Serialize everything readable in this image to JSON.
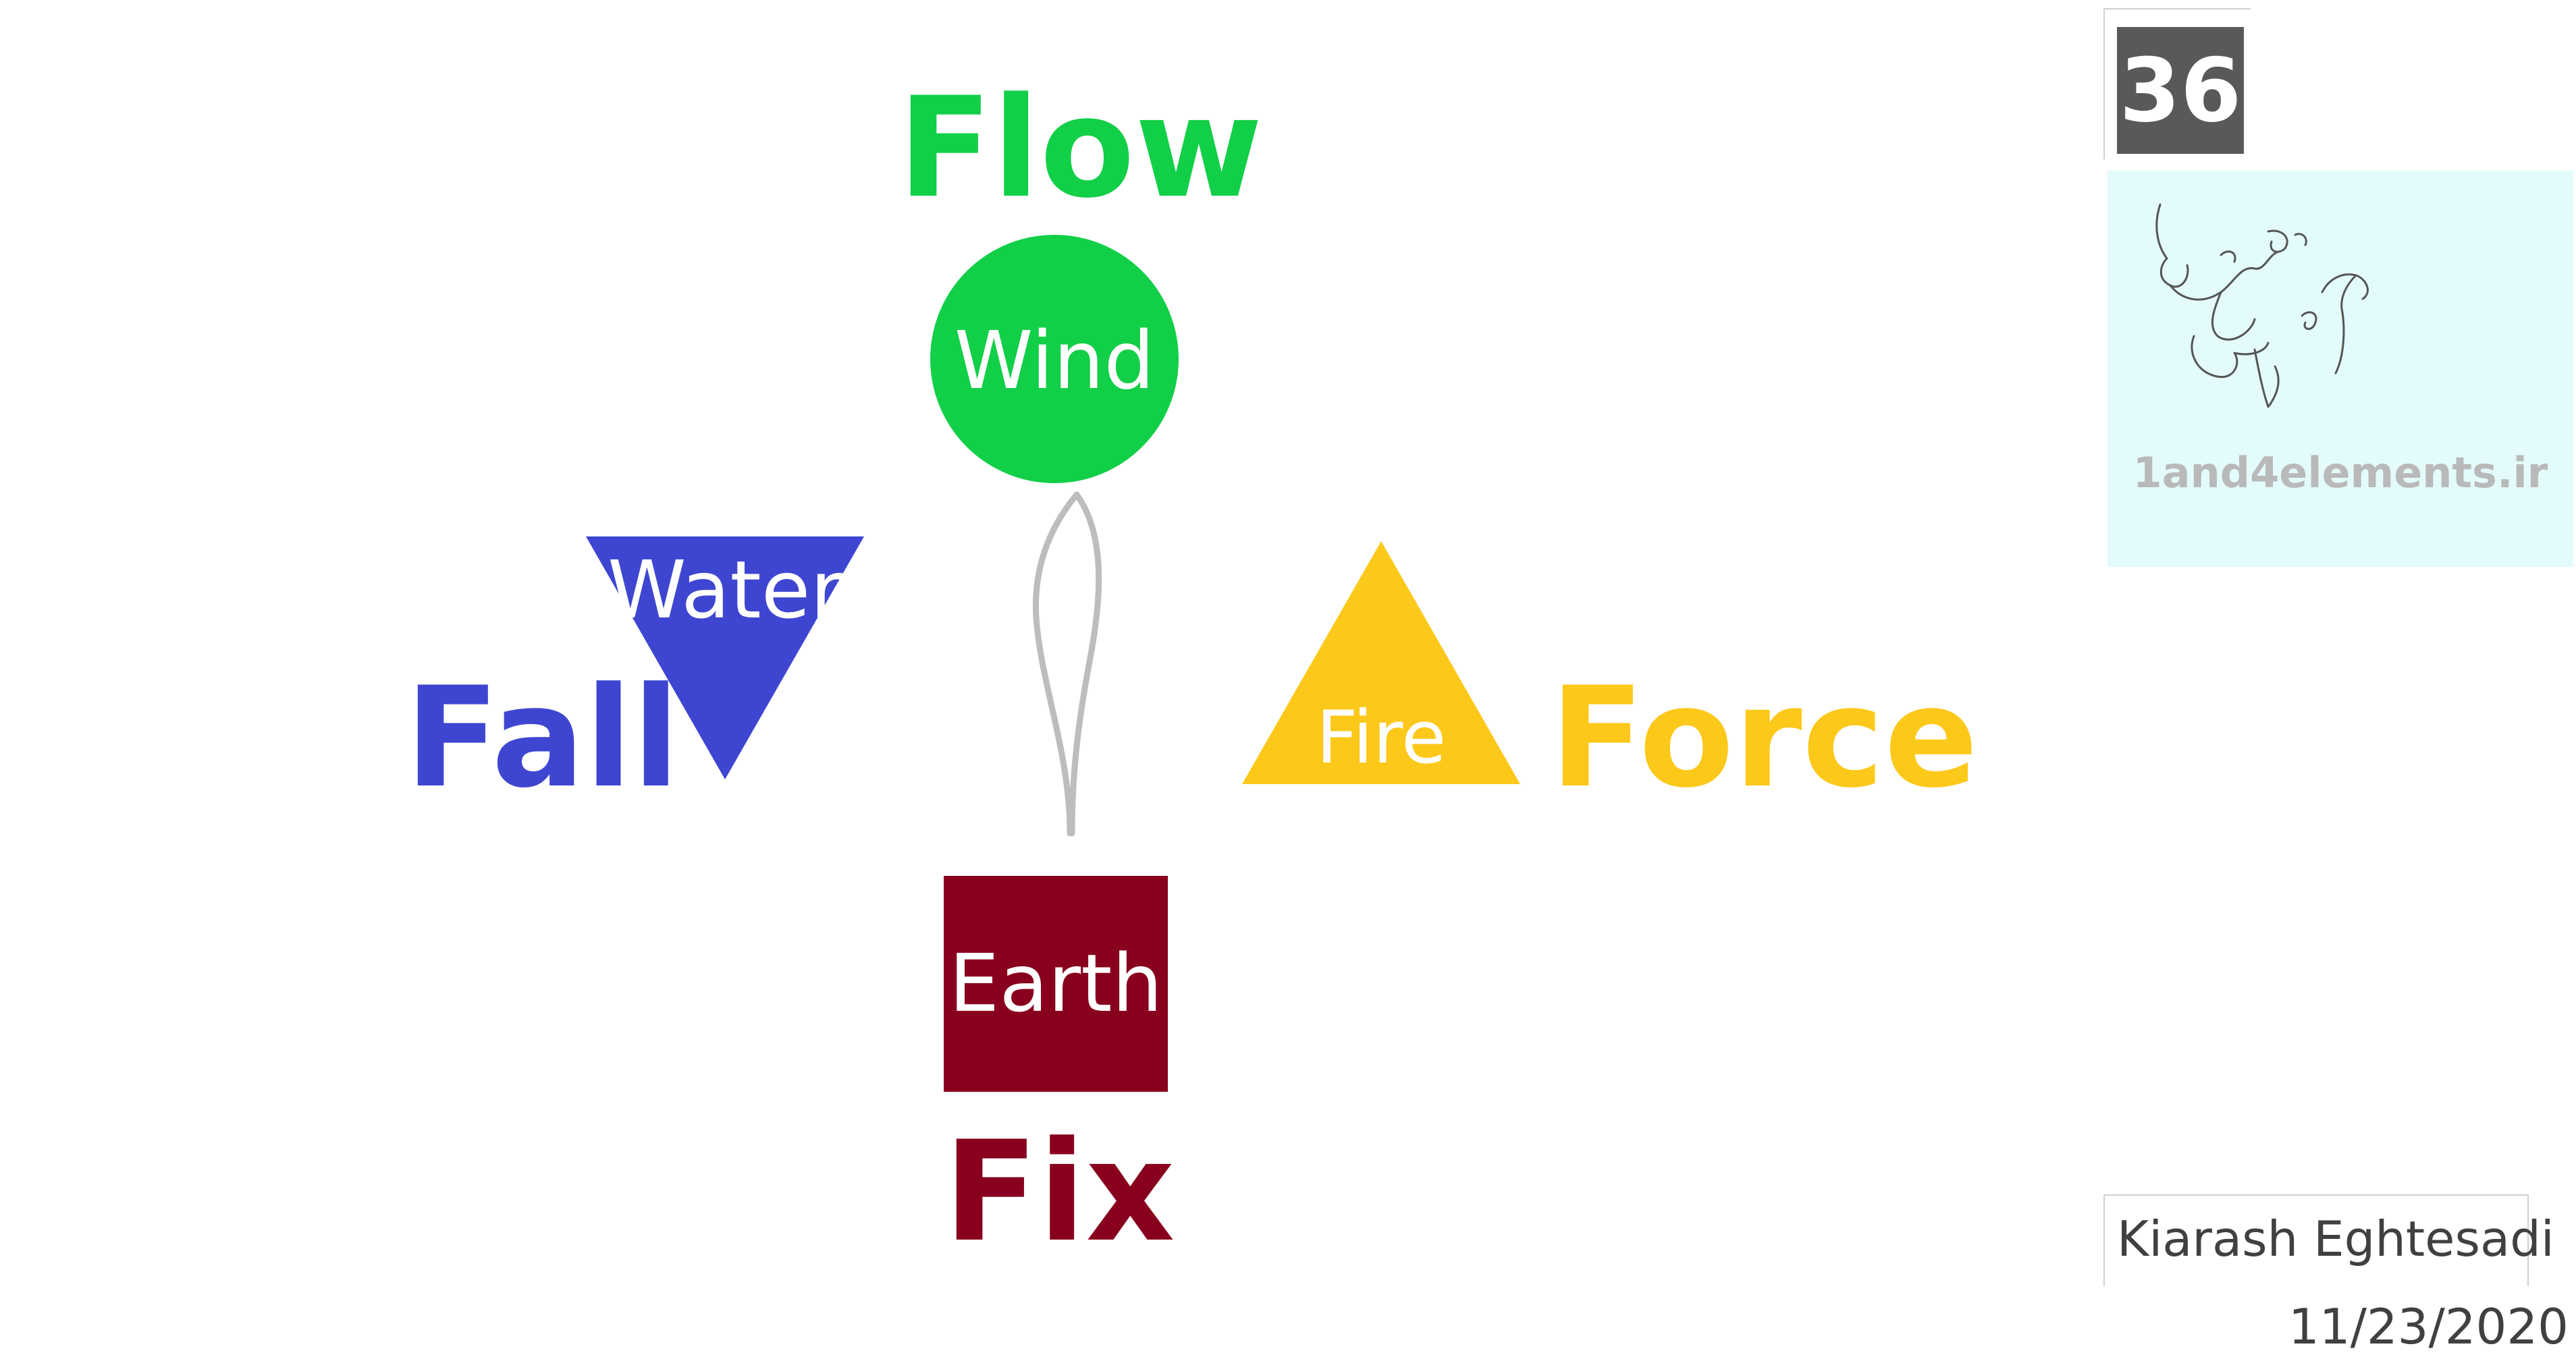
{
  "diagram": {
    "flow": {
      "word": "Flow",
      "shape_label": "Wind",
      "color": "#12cf48"
    },
    "fall": {
      "word": "Fall",
      "shape_label": "Water",
      "color": "#3e46d1"
    },
    "force": {
      "word": "Force",
      "shape_label": "Fire",
      "color": "#fcc81a"
    },
    "fix": {
      "word": "Fix",
      "shape_label": "Earth",
      "color": "#88001e"
    },
    "connector_color": "#bdbdbd"
  },
  "slide": {
    "number": "36",
    "site": "1and4elements.ir",
    "author": "Kiarash Eghtesadi",
    "date": "11/23/2020"
  }
}
